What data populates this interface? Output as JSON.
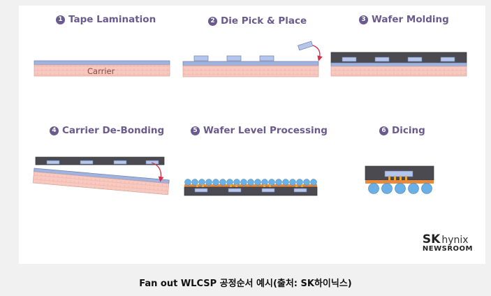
{
  "steps": [
    {
      "num": "1",
      "title": "Tape Lamination",
      "label": "Carrier"
    },
    {
      "num": "2",
      "title": "Die Pick & Place"
    },
    {
      "num": "3",
      "title": "Wafer Molding"
    },
    {
      "num": "4",
      "title": "Carrier De-Bonding"
    },
    {
      "num": "5",
      "title": "Wafer Level Processing"
    },
    {
      "num": "6",
      "title": "Dicing"
    }
  ],
  "logo": {
    "brand": "SK",
    "name": "hynix",
    "sub": "NEWSROOM"
  },
  "caption": "Fan out WLCSP 공정순서 예시(출처: SK하이닉스)",
  "colors": {
    "title": "#6b5a8e",
    "carrier": "#f7c9c0",
    "tape": "#9fb3de",
    "mold": "#4a4a50",
    "die": "#b6c6ea",
    "ball": "#6ab0e4",
    "bump": "#f2a623",
    "rdl": "#e88a3c",
    "arrow": "#d92d4b"
  }
}
